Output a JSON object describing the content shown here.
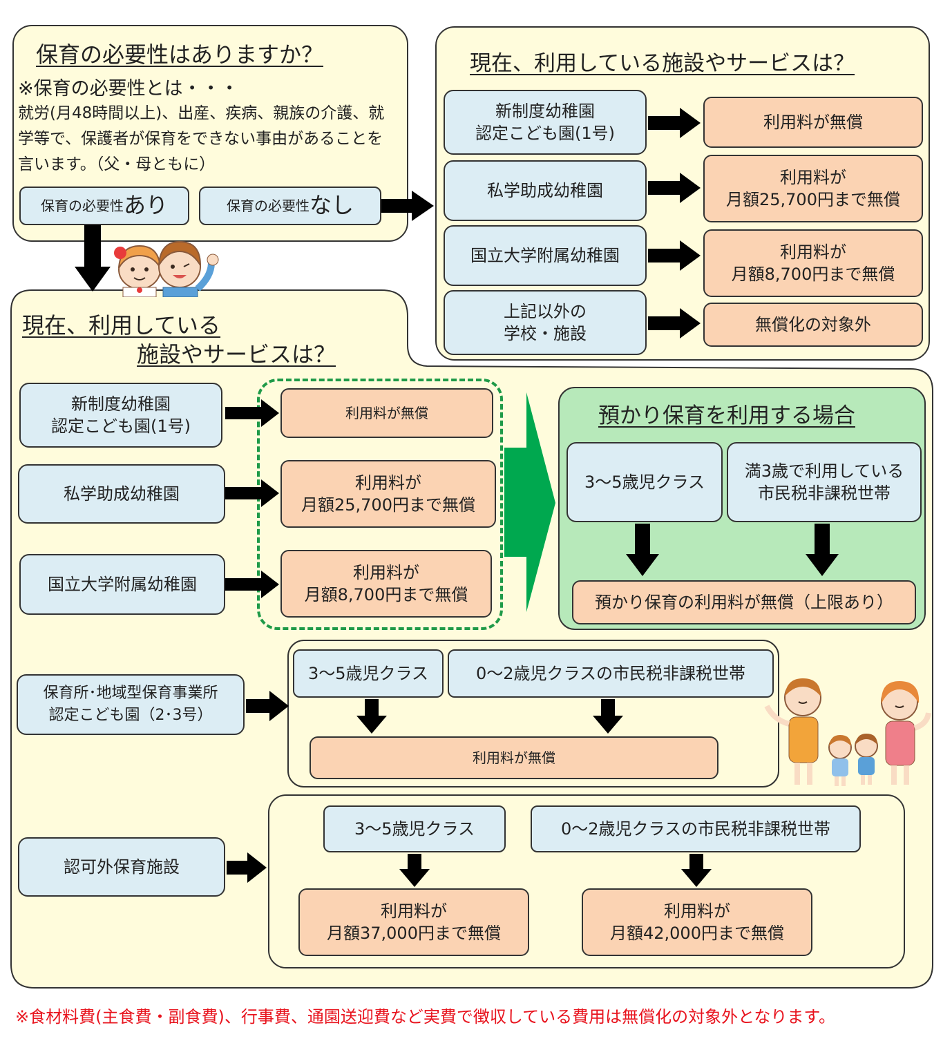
{
  "need": {
    "title": "保育の必要性はありますか？",
    "note_heading": "※保育の必要性とは・・・",
    "note_body": "就労(月48時間以上)、出産、疾病、親族の介護、就学等で、保護者が保育をできない事由があることを言います。（父・母ともに）",
    "yes_prefix": "保育の必要性",
    "yes_word": "あり",
    "no_prefix": "保育の必要性",
    "no_word": "なし"
  },
  "right_panel": {
    "title": "現在、利用している施設やサービスは？",
    "rows": [
      {
        "facility_1": "新制度幼稚園",
        "facility_2": "認定こども園(1号)",
        "result_1": "利用料が無償",
        "result_2": ""
      },
      {
        "facility_1": "私学助成幼稚園",
        "facility_2": "",
        "result_1": "利用料が",
        "result_2": "月額25,700円まで無償"
      },
      {
        "facility_1": "国立大学附属幼稚園",
        "facility_2": "",
        "result_1": "利用料が",
        "result_2": "月額8,700円まで無償"
      },
      {
        "facility_1": "上記以外の",
        "facility_2": "学校・施設",
        "result_1": "無償化の対象外",
        "result_2": ""
      }
    ]
  },
  "main_panel": {
    "title_1": "現在、利用している",
    "title_2": "施設やサービスは？",
    "kinder": [
      {
        "facility_1": "新制度幼稚園",
        "facility_2": "認定こども園(1号)",
        "result_1": "利用料が無償",
        "result_2": ""
      },
      {
        "facility_1": "私学助成幼稚園",
        "facility_2": "",
        "result_1": "利用料が",
        "result_2": "月額25,700円まで無償"
      },
      {
        "facility_1": "国立大学附属幼稚園",
        "facility_2": "",
        "result_1": "利用料が",
        "result_2": "月額8,700円まで無償"
      }
    ],
    "azukari": {
      "title": "預かり保育を利用する場合",
      "class_a": "3～5歳児クラス",
      "class_b_1": "満3歳で利用している",
      "class_b_2": "市民税非課税世帯",
      "result": "預かり保育の利用料が無償（上限あり）"
    },
    "nursery": {
      "facility_1": "保育所･地域型保育事業所",
      "facility_2": "認定こども園（2･3号）",
      "class_a": "3～5歳児クラス",
      "class_b": "0～2歳児クラスの市民税非課税世帯",
      "result": "利用料が無償"
    },
    "unlicensed": {
      "facility": "認可外保育施設",
      "class_a": "3～5歳児クラス",
      "class_b": "0～2歳児クラスの市民税非課税世帯",
      "result_a_1": "利用料が",
      "result_a_2": "月額37,000円まで無償",
      "result_b_1": "利用料が",
      "result_b_2": "月額42,000円まで無償"
    }
  },
  "footnote": "※食材料費(主食費・副食費)、行事費、通園送迎費など実費で徴収している費用は無償化の対象外となります。",
  "colors": {
    "panel": "#fffcdc",
    "facility": "#dcedf4",
    "result": "#fbd3b3",
    "azukari": "#b7e9ba",
    "big_arrow": "#00a84f",
    "dashed": "#1f9a48",
    "footnote": "#e8141e"
  },
  "icons": [
    "two-children-illustration",
    "family-illustration"
  ]
}
